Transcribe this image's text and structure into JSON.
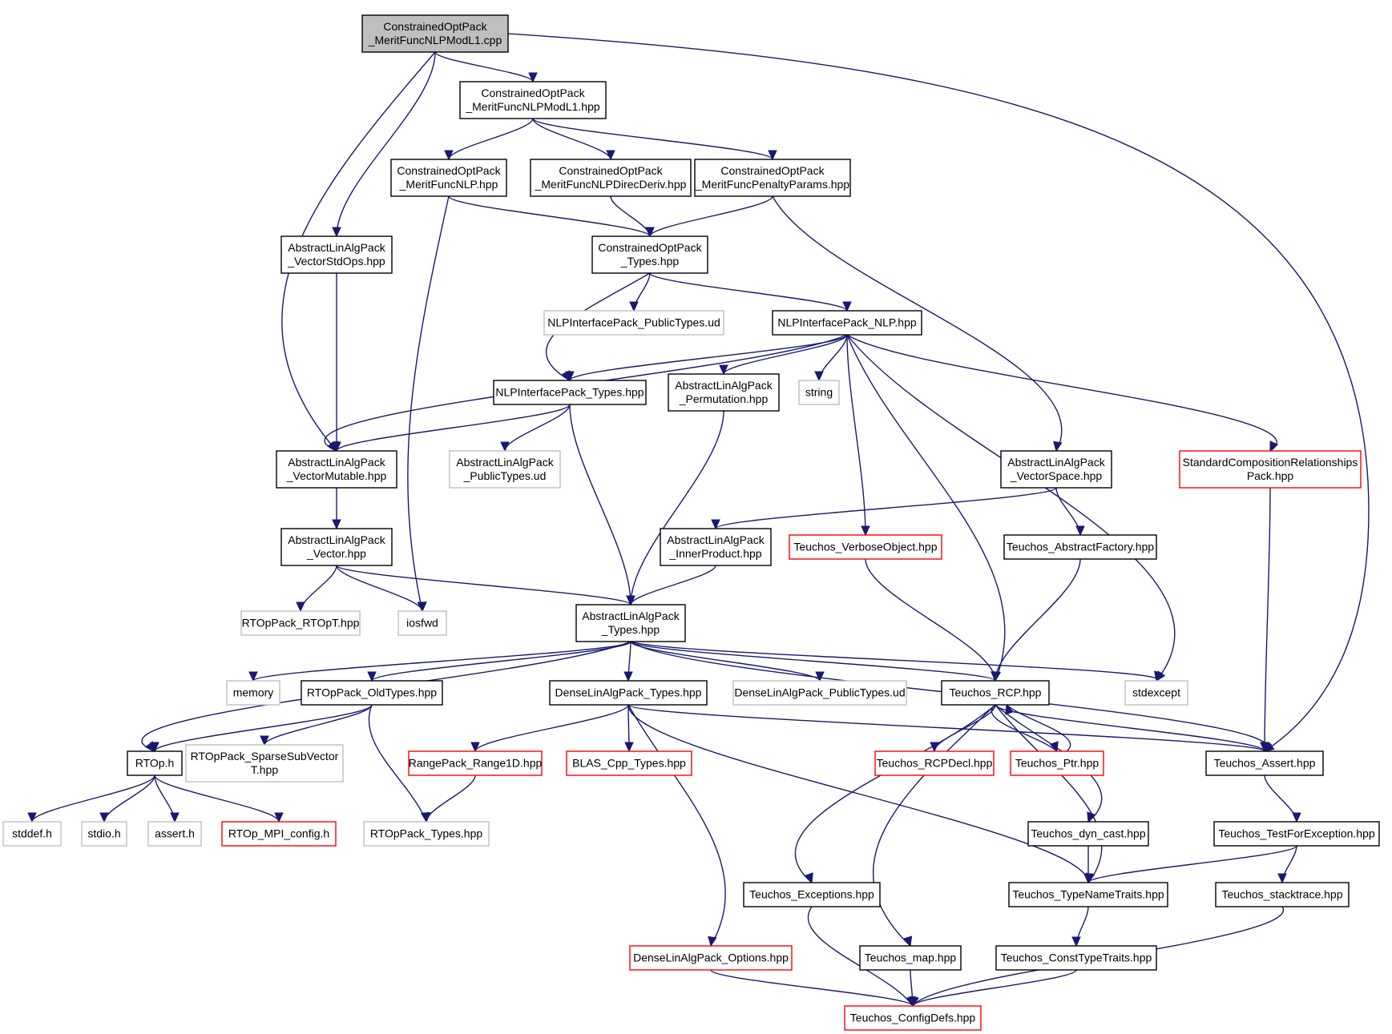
{
  "graph": {
    "root": "n0",
    "colors": {
      "edge": "#191970",
      "root_fill": "#bfbfbf",
      "normal_border": "#000000",
      "truncated_border": "#ff0000",
      "external_border": "#bfbfbf",
      "text": "#000000"
    },
    "nodes": [
      {
        "id": "n0",
        "lines": [
          "ConstrainedOptPack",
          "_MeritFuncNLPModL1.cpp"
        ],
        "style": "root"
      },
      {
        "id": "n1",
        "lines": [
          "ConstrainedOptPack",
          "_MeritFuncNLPModL1.hpp"
        ],
        "style": "normal"
      },
      {
        "id": "n2",
        "lines": [
          "ConstrainedOptPack",
          "_MeritFuncNLP.hpp"
        ],
        "style": "normal"
      },
      {
        "id": "n3",
        "lines": [
          "ConstrainedOptPack",
          "_MeritFuncNLPDirecDeriv.hpp"
        ],
        "style": "normal"
      },
      {
        "id": "n4",
        "lines": [
          "ConstrainedOptPack",
          "_MeritFuncPenaltyParams.hpp"
        ],
        "style": "normal"
      },
      {
        "id": "n5",
        "lines": [
          "AbstractLinAlgPack",
          "_VectorStdOps.hpp"
        ],
        "style": "normal"
      },
      {
        "id": "n6",
        "lines": [
          "ConstrainedOptPack",
          "_Types.hpp"
        ],
        "style": "normal"
      },
      {
        "id": "n7",
        "lines": [
          "NLPInterfacePack_PublicTypes.ud"
        ],
        "style": "external"
      },
      {
        "id": "n8",
        "lines": [
          "NLPInterfacePack_NLP.hpp"
        ],
        "style": "normal"
      },
      {
        "id": "n9",
        "lines": [
          "NLPInterfacePack_Types.hpp"
        ],
        "style": "normal"
      },
      {
        "id": "n10",
        "lines": [
          "AbstractLinAlgPack",
          "_Permutation.hpp"
        ],
        "style": "normal"
      },
      {
        "id": "n11",
        "lines": [
          "string"
        ],
        "style": "external"
      },
      {
        "id": "n12",
        "lines": [
          "AbstractLinAlgPack",
          "_VectorMutable.hpp"
        ],
        "style": "normal"
      },
      {
        "id": "n13",
        "lines": [
          "AbstractLinAlgPack",
          "_PublicTypes.ud"
        ],
        "style": "external"
      },
      {
        "id": "n14",
        "lines": [
          "AbstractLinAlgPack",
          "_VectorSpace.hpp"
        ],
        "style": "normal"
      },
      {
        "id": "n15",
        "lines": [
          "StandardCompositionRelationships",
          "Pack.hpp"
        ],
        "style": "truncated"
      },
      {
        "id": "n16",
        "lines": [
          "AbstractLinAlgPack",
          "_Vector.hpp"
        ],
        "style": "normal"
      },
      {
        "id": "n17",
        "lines": [
          "AbstractLinAlgPack",
          "_InnerProduct.hpp"
        ],
        "style": "normal"
      },
      {
        "id": "n18",
        "lines": [
          "Teuchos_VerboseObject.hpp"
        ],
        "style": "truncated"
      },
      {
        "id": "n19",
        "lines": [
          "Teuchos_AbstractFactory.hpp"
        ],
        "style": "normal"
      },
      {
        "id": "n20",
        "lines": [
          "RTOpPack_RTOpT.hpp"
        ],
        "style": "external"
      },
      {
        "id": "n21",
        "lines": [
          "iosfwd"
        ],
        "style": "external"
      },
      {
        "id": "n22",
        "lines": [
          "AbstractLinAlgPack",
          "_Types.hpp"
        ],
        "style": "normal"
      },
      {
        "id": "n23",
        "lines": [
          "memory"
        ],
        "style": "external"
      },
      {
        "id": "n24",
        "lines": [
          "RTOpPack_OldTypes.hpp"
        ],
        "style": "normal"
      },
      {
        "id": "n25",
        "lines": [
          "DenseLinAlgPack_Types.hpp"
        ],
        "style": "normal"
      },
      {
        "id": "n26",
        "lines": [
          "DenseLinAlgPack_PublicTypes.ud"
        ],
        "style": "external"
      },
      {
        "id": "n27",
        "lines": [
          "Teuchos_RCP.hpp"
        ],
        "style": "normal"
      },
      {
        "id": "n28",
        "lines": [
          "stdexcept"
        ],
        "style": "external"
      },
      {
        "id": "n29",
        "lines": [
          "RTOp.h"
        ],
        "style": "normal"
      },
      {
        "id": "n30",
        "lines": [
          "RTOpPack_SparseSubVector",
          "T.hpp"
        ],
        "style": "external"
      },
      {
        "id": "n31",
        "lines": [
          "RangePack_Range1D.hpp"
        ],
        "style": "truncated"
      },
      {
        "id": "n32",
        "lines": [
          "BLAS_Cpp_Types.hpp"
        ],
        "style": "truncated"
      },
      {
        "id": "n33",
        "lines": [
          "Teuchos_RCPDecl.hpp"
        ],
        "style": "truncated"
      },
      {
        "id": "n34",
        "lines": [
          "Teuchos_Ptr.hpp"
        ],
        "style": "truncated"
      },
      {
        "id": "n35",
        "lines": [
          "Teuchos_Assert.hpp"
        ],
        "style": "normal"
      },
      {
        "id": "n36",
        "lines": [
          "stddef.h"
        ],
        "style": "external"
      },
      {
        "id": "n37",
        "lines": [
          "stdio.h"
        ],
        "style": "external"
      },
      {
        "id": "n38",
        "lines": [
          "assert.h"
        ],
        "style": "external"
      },
      {
        "id": "n39",
        "lines": [
          "RTOp_MPI_config.h"
        ],
        "style": "truncated"
      },
      {
        "id": "n40",
        "lines": [
          "RTOpPack_Types.hpp"
        ],
        "style": "external"
      },
      {
        "id": "n41",
        "lines": [
          "Teuchos_dyn_cast.hpp"
        ],
        "style": "normal"
      },
      {
        "id": "n42",
        "lines": [
          "Teuchos_TestForException.hpp"
        ],
        "style": "normal"
      },
      {
        "id": "n43",
        "lines": [
          "Teuchos_Exceptions.hpp"
        ],
        "style": "normal"
      },
      {
        "id": "n44",
        "lines": [
          "Teuchos_TypeNameTraits.hpp"
        ],
        "style": "normal"
      },
      {
        "id": "n45",
        "lines": [
          "Teuchos_stacktrace.hpp"
        ],
        "style": "normal"
      },
      {
        "id": "n46",
        "lines": [
          "DenseLinAlgPack_Options.hpp"
        ],
        "style": "truncated"
      },
      {
        "id": "n47",
        "lines": [
          "Teuchos_map.hpp"
        ],
        "style": "normal"
      },
      {
        "id": "n48",
        "lines": [
          "Teuchos_ConstTypeTraits.hpp"
        ],
        "style": "normal"
      },
      {
        "id": "n49",
        "lines": [
          "Teuchos_ConfigDefs.hpp"
        ],
        "style": "truncated"
      }
    ],
    "edges": [
      {
        "from": "n0",
        "to": "n1"
      },
      {
        "from": "n0",
        "to": "n5"
      },
      {
        "from": "n0",
        "to": "n12"
      },
      {
        "from": "n0",
        "to": "n35"
      },
      {
        "from": "n1",
        "to": "n2"
      },
      {
        "from": "n1",
        "to": "n3"
      },
      {
        "from": "n1",
        "to": "n4"
      },
      {
        "from": "n2",
        "to": "n6"
      },
      {
        "from": "n2",
        "to": "n21"
      },
      {
        "from": "n3",
        "to": "n6"
      },
      {
        "from": "n4",
        "to": "n6"
      },
      {
        "from": "n4",
        "to": "n14"
      },
      {
        "from": "n5",
        "to": "n12"
      },
      {
        "from": "n6",
        "to": "n7"
      },
      {
        "from": "n6",
        "to": "n8"
      },
      {
        "from": "n6",
        "to": "n9"
      },
      {
        "from": "n8",
        "to": "n9"
      },
      {
        "from": "n8",
        "to": "n10"
      },
      {
        "from": "n8",
        "to": "n11"
      },
      {
        "from": "n8",
        "to": "n12"
      },
      {
        "from": "n8",
        "to": "n15"
      },
      {
        "from": "n8",
        "to": "n18"
      },
      {
        "from": "n8",
        "to": "n27"
      },
      {
        "from": "n8",
        "to": "n28"
      },
      {
        "from": "n9",
        "to": "n12"
      },
      {
        "from": "n9",
        "to": "n13"
      },
      {
        "from": "n9",
        "to": "n22"
      },
      {
        "from": "n10",
        "to": "n22"
      },
      {
        "from": "n12",
        "to": "n16"
      },
      {
        "from": "n14",
        "to": "n17"
      },
      {
        "from": "n14",
        "to": "n19"
      },
      {
        "from": "n15",
        "to": "n35"
      },
      {
        "from": "n16",
        "to": "n20"
      },
      {
        "from": "n16",
        "to": "n21"
      },
      {
        "from": "n16",
        "to": "n22"
      },
      {
        "from": "n17",
        "to": "n22"
      },
      {
        "from": "n18",
        "to": "n27"
      },
      {
        "from": "n19",
        "to": "n27"
      },
      {
        "from": "n22",
        "to": "n23"
      },
      {
        "from": "n22",
        "to": "n24"
      },
      {
        "from": "n22",
        "to": "n25"
      },
      {
        "from": "n22",
        "to": "n26"
      },
      {
        "from": "n22",
        "to": "n27"
      },
      {
        "from": "n22",
        "to": "n28"
      },
      {
        "from": "n22",
        "to": "n29"
      },
      {
        "from": "n22",
        "to": "n35"
      },
      {
        "from": "n24",
        "to": "n29"
      },
      {
        "from": "n24",
        "to": "n30"
      },
      {
        "from": "n24",
        "to": "n40"
      },
      {
        "from": "n25",
        "to": "n31"
      },
      {
        "from": "n25",
        "to": "n32"
      },
      {
        "from": "n25",
        "to": "n35"
      },
      {
        "from": "n25",
        "to": "n44"
      },
      {
        "from": "n25",
        "to": "n46"
      },
      {
        "from": "n27",
        "to": "n33"
      },
      {
        "from": "n27",
        "to": "n34"
      },
      {
        "from": "n27",
        "to": "n35"
      },
      {
        "from": "n27",
        "to": "n41"
      },
      {
        "from": "n27",
        "to": "n43"
      },
      {
        "from": "n27",
        "to": "n44"
      },
      {
        "from": "n27",
        "to": "n47"
      },
      {
        "from": "n34",
        "to": "n27"
      },
      {
        "from": "n29",
        "to": "n36"
      },
      {
        "from": "n29",
        "to": "n37"
      },
      {
        "from": "n29",
        "to": "n38"
      },
      {
        "from": "n29",
        "to": "n39"
      },
      {
        "from": "n31",
        "to": "n40"
      },
      {
        "from": "n35",
        "to": "n42"
      },
      {
        "from": "n41",
        "to": "n44"
      },
      {
        "from": "n42",
        "to": "n44"
      },
      {
        "from": "n42",
        "to": "n45"
      },
      {
        "from": "n43",
        "to": "n49"
      },
      {
        "from": "n44",
        "to": "n48"
      },
      {
        "from": "n45",
        "to": "n49"
      },
      {
        "from": "n46",
        "to": "n49"
      },
      {
        "from": "n47",
        "to": "n49"
      },
      {
        "from": "n48",
        "to": "n49"
      }
    ]
  }
}
